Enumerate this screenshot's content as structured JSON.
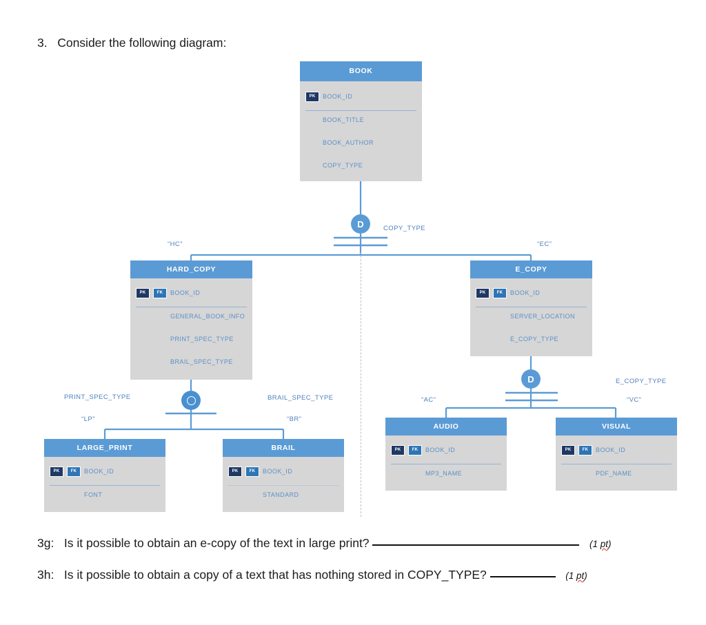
{
  "page": {
    "question_number": "3.",
    "prompt": "Consider the following diagram:"
  },
  "diagram": {
    "type": "eer-specialization-hierarchy",
    "entities": [
      {
        "id": "book",
        "name": "BOOK",
        "attributes": [
          {
            "label": "BOOK_ID",
            "keys": [
              "PK"
            ]
          },
          {
            "label": "BOOK_TITLE",
            "keys": []
          },
          {
            "label": "BOOK_AUTHOR",
            "keys": []
          },
          {
            "label": "COPY_TYPE",
            "keys": []
          }
        ]
      },
      {
        "id": "hard_copy",
        "name": "HARD_COPY",
        "attributes": [
          {
            "label": "BOOK_ID",
            "keys": [
              "PK",
              "FK"
            ]
          },
          {
            "label": "GENERAL_BOOK_INFO",
            "keys": []
          },
          {
            "label": "PRINT_SPEC_TYPE",
            "keys": []
          },
          {
            "label": "BRAIL_SPEC_TYPE",
            "keys": []
          }
        ]
      },
      {
        "id": "e_copy",
        "name": "E_COPY",
        "attributes": [
          {
            "label": "BOOK_ID",
            "keys": [
              "PK",
              "FK"
            ]
          },
          {
            "label": "SERVER_LOCATION",
            "keys": []
          },
          {
            "label": "E_COPY_TYPE",
            "keys": []
          }
        ]
      },
      {
        "id": "large_print",
        "name": "LARGE_PRINT",
        "attributes": [
          {
            "label": "BOOK_ID",
            "keys": [
              "PK",
              "FK"
            ]
          },
          {
            "label": "FONT",
            "keys": []
          }
        ]
      },
      {
        "id": "brail",
        "name": "BRAIL",
        "attributes": [
          {
            "label": "BOOK_ID",
            "keys": [
              "PK",
              "FK"
            ]
          },
          {
            "label": "STANDARD",
            "keys": []
          }
        ]
      },
      {
        "id": "audio",
        "name": "AUDIO",
        "attributes": [
          {
            "label": "BOOK_ID",
            "keys": [
              "PK",
              "FK"
            ]
          },
          {
            "label": "MP3_NAME",
            "keys": []
          }
        ]
      },
      {
        "id": "visual",
        "name": "VISUAL",
        "attributes": [
          {
            "label": "BOOK_ID",
            "keys": [
              "PK",
              "FK"
            ]
          },
          {
            "label": "PDF_NAME",
            "keys": []
          }
        ]
      }
    ],
    "specializations": [
      {
        "id": "spec-copy-type",
        "symbol": "D",
        "kind": "disjoint",
        "discriminator": "COPY_TYPE",
        "parent": "BOOK",
        "children": [
          "HARD_COPY",
          "E_COPY"
        ],
        "conditions": [
          "“HC”",
          "“EC”"
        ]
      },
      {
        "id": "spec-print-spec-type",
        "symbol": "O",
        "kind": "overlapping",
        "discriminator_left": "PRINT_SPEC_TYPE",
        "discriminator_right": "BRAIL_SPEC_TYPE",
        "parent": "HARD_COPY",
        "children": [
          "LARGE_PRINT",
          "BRAIL"
        ],
        "conditions": [
          "“LP”",
          "“BR”"
        ]
      },
      {
        "id": "spec-e-copy-type",
        "symbol": "D",
        "kind": "disjoint",
        "discriminator": "E_COPY_TYPE",
        "parent": "E_COPY",
        "children": [
          "AUDIO",
          "VISUAL"
        ],
        "conditions": [
          "“AC”",
          "“VC”"
        ]
      }
    ],
    "key_badges": {
      "pk": "PK",
      "fk": "FK"
    },
    "colors": {
      "header": "#5B9BD5",
      "body": "#D6D6D6",
      "pk_badge": "#1F3864",
      "fk_badge": "#2E75B6",
      "attribute_text": "#5B8FC7",
      "connector": "#5B9BD5",
      "label_text": "#4F81BD",
      "divider": "#BFBFBF"
    }
  },
  "questions": [
    {
      "id": "3g",
      "number": "3g:",
      "text": "Is it possible to obtain an e-copy of the text in large print?",
      "blank_width": 300,
      "points": "(1 pt)"
    },
    {
      "id": "3h",
      "number": "3h:",
      "text": "Is it possible to obtain a copy of a text that has nothing stored in COPY_TYPE?",
      "blank_width": 95,
      "points": "(1 pt)"
    }
  ]
}
